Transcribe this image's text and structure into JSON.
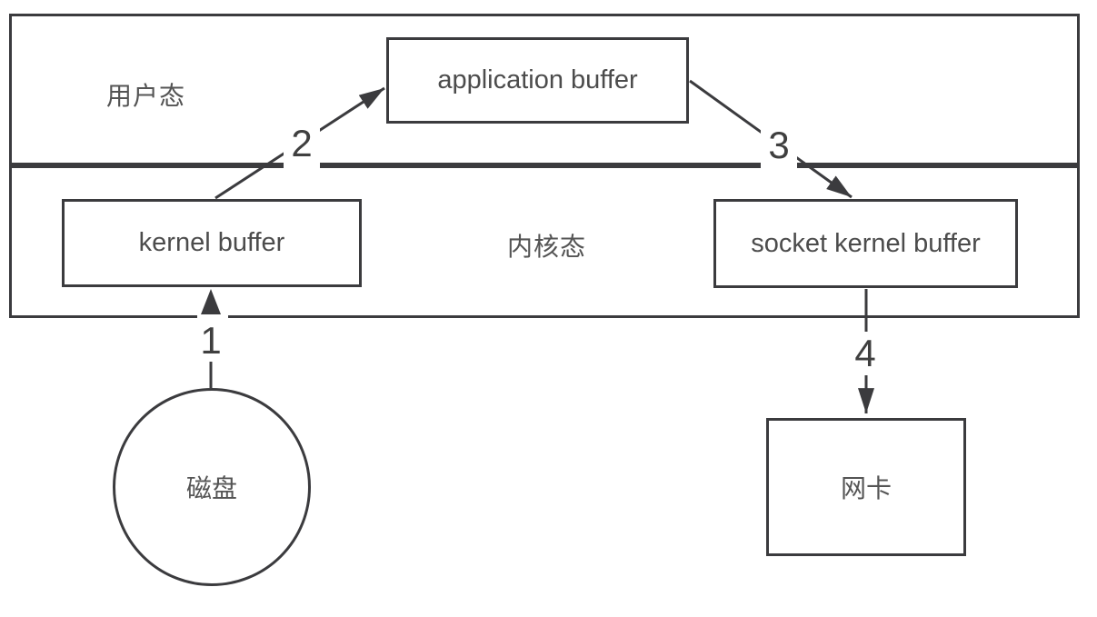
{
  "bands": {
    "user_mode": {
      "label": "用户态"
    },
    "kernel_mode": {
      "label": "内核态"
    }
  },
  "nodes": {
    "application_buffer": {
      "label": "application buffer"
    },
    "kernel_buffer": {
      "label": "kernel buffer"
    },
    "socket_kernel_buffer": {
      "label": "socket kernel buffer"
    },
    "disk": {
      "label": "磁盘"
    },
    "network_card": {
      "label": "网卡"
    }
  },
  "flow_steps": {
    "step1": {
      "label": "1"
    },
    "step2": {
      "label": "2"
    },
    "step3": {
      "label": "3"
    },
    "step4": {
      "label": "4"
    }
  },
  "colors": {
    "line": "#3b3b3e",
    "latin_text": "#4c4c4c",
    "cjk_text": "#545454",
    "background": "#ffffff"
  }
}
